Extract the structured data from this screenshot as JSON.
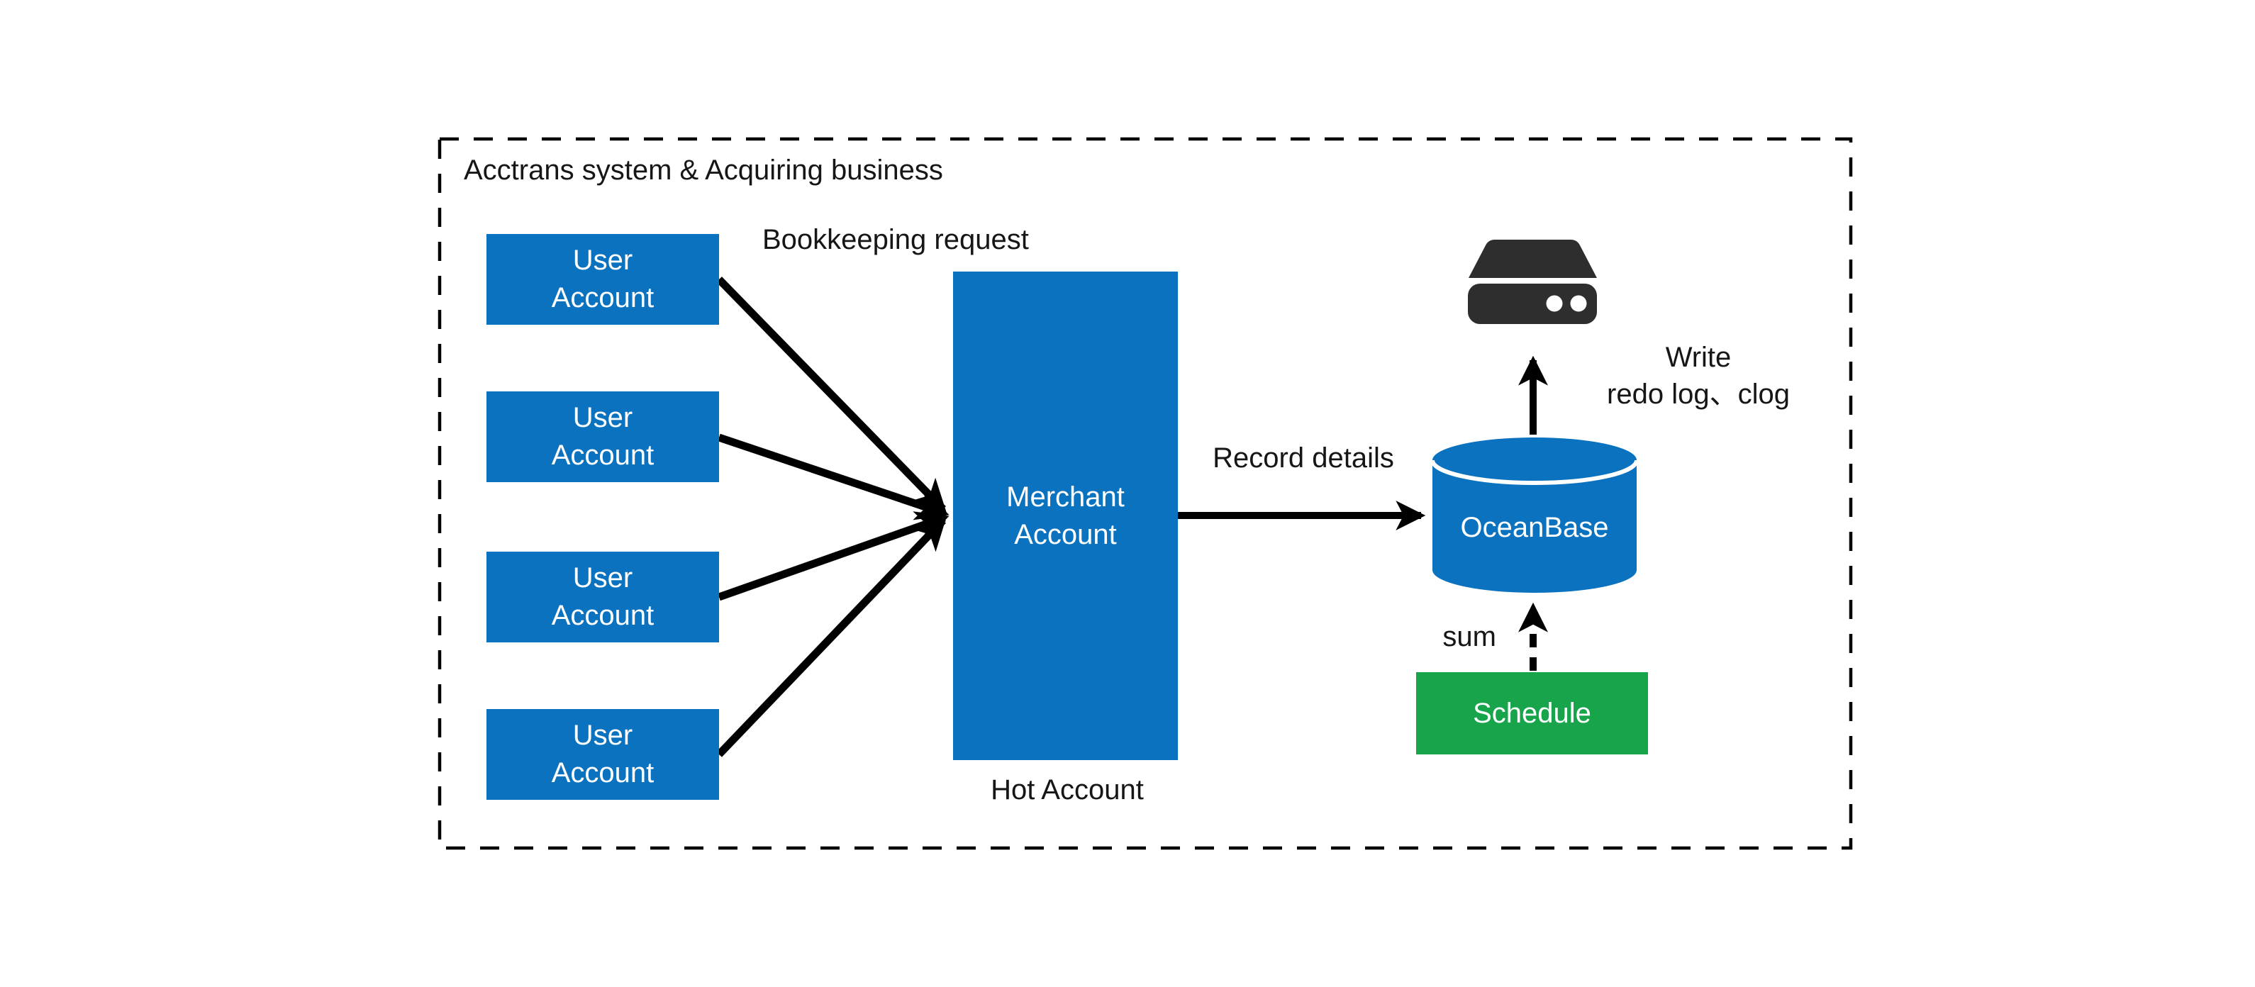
{
  "colors": {
    "box_blue": "#0b72bf",
    "schedule_green": "#17a44b",
    "icon_dark": "#2e2e2e",
    "arrow_black": "#000000",
    "text_dark": "#161616",
    "box_text": "#ffffff",
    "page_bg": "#ffffff"
  },
  "frame": {
    "title": "Acctrans system & Acquiring business"
  },
  "nodes": {
    "user_accounts": [
      {
        "line1": "User",
        "line2": "Account"
      },
      {
        "line1": "User",
        "line2": "Account"
      },
      {
        "line1": "User",
        "line2": "Account"
      },
      {
        "line1": "User",
        "line2": "Account"
      }
    ],
    "merchant_account": {
      "line1": "Merchant",
      "line2": "Account",
      "caption": "Hot Account"
    },
    "oceanbase": {
      "label": "OceanBase",
      "icon": "database-cylinder-icon"
    },
    "storage": {
      "icon": "hard-drive-icon"
    },
    "schedule": {
      "label": "Schedule"
    }
  },
  "edges": {
    "bookkeeping_request": {
      "label": "Bookkeeping request"
    },
    "record_details": {
      "label": "Record details"
    },
    "write_log": {
      "line1": "Write",
      "line2": "redo log、clog"
    },
    "sum": {
      "label": "sum"
    }
  }
}
